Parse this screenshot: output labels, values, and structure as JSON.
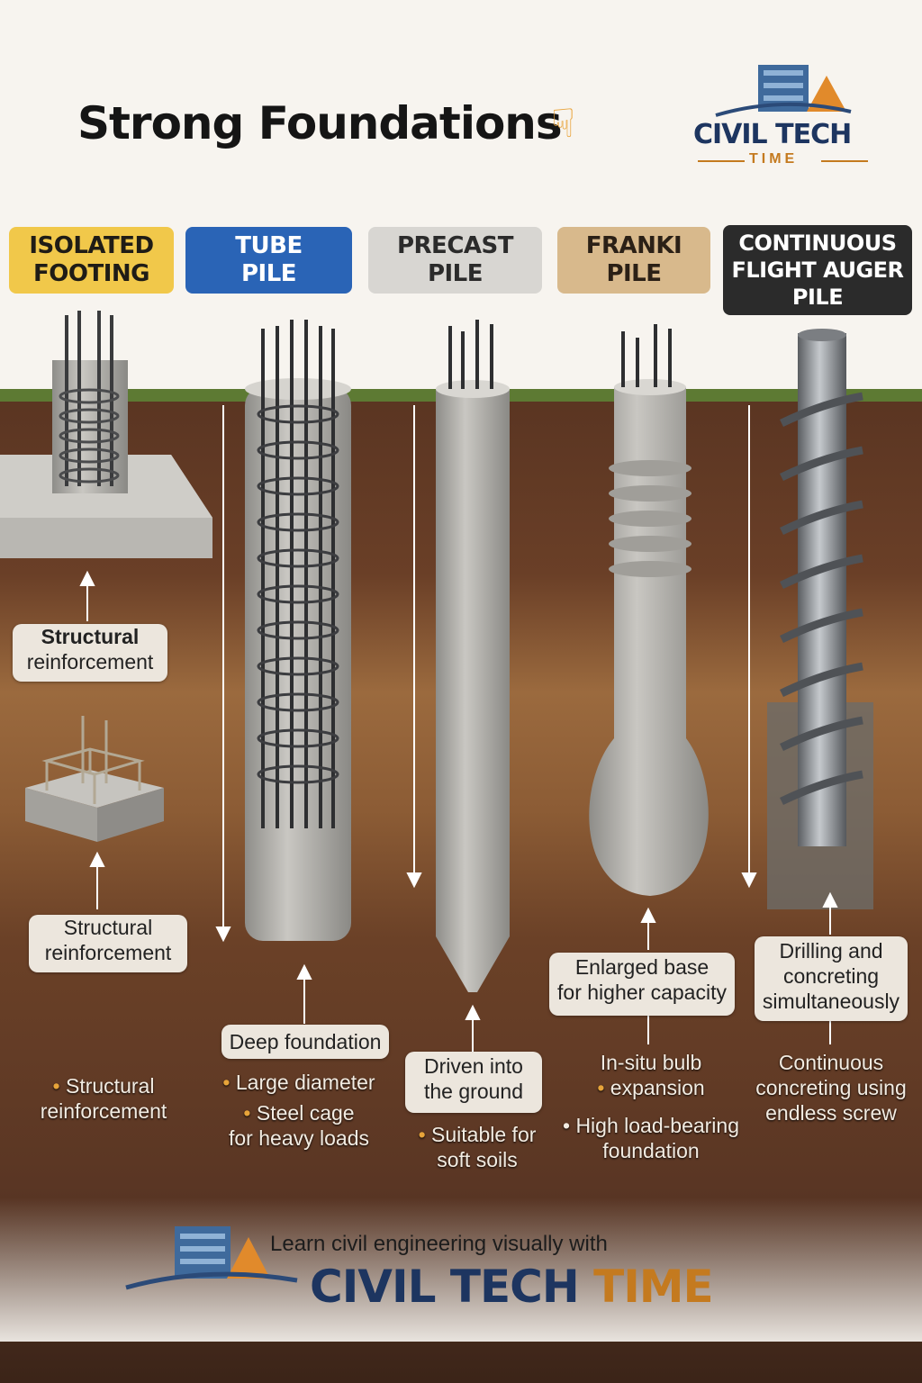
{
  "header": {
    "title": "Strong Foundations",
    "hand_icon": "pointing-down-hand",
    "brand_top": "CIVIL TECH",
    "brand_sub": "TIME"
  },
  "columns": [
    {
      "label_line1": "ISOLATED",
      "label_line2": "FOOTING",
      "color": "#f1c84a",
      "callout_upper": [
        "Structural",
        "reinforcement"
      ],
      "callout_lower": [
        "Structural",
        "reinforcement"
      ],
      "bullets": [
        "Structural",
        "reinforcement"
      ]
    },
    {
      "label_line1": "TUBE",
      "label_line2": "PILE",
      "color": "#2a64b6",
      "callout": "Deep foundation",
      "bullets": [
        "Large diameter",
        "Steel cage",
        "for heavy loads"
      ]
    },
    {
      "label_line1": "PRECAST",
      "label_line2": "PILE",
      "color": "#d8d6d2",
      "callout": [
        "Driven into",
        "the ground"
      ],
      "bullets": [
        "Suitable for",
        "soft soils"
      ]
    },
    {
      "label_line1": "FRANKI",
      "label_line2": "PILE",
      "color": "#d8b98c",
      "callout": [
        "Enlarged base",
        "for higher capacity"
      ],
      "bullets": [
        "In-situ bulb",
        "expansion",
        "High load-bearing",
        "foundation"
      ]
    },
    {
      "label_line1": "CONTINUOUS",
      "label_line2": "FLIGHT AUGER",
      "label_line3": "PILE",
      "color": "#2b2b2b",
      "callout": [
        "Drilling and",
        "concreting",
        "simultaneously"
      ],
      "bullets": [
        "Continuous",
        "concreting using",
        "endless screw"
      ]
    }
  ],
  "footer": {
    "tagline": "Learn civil engineering visually with",
    "brand_main": "CIVIL TECH",
    "brand_accent": "TIME"
  }
}
